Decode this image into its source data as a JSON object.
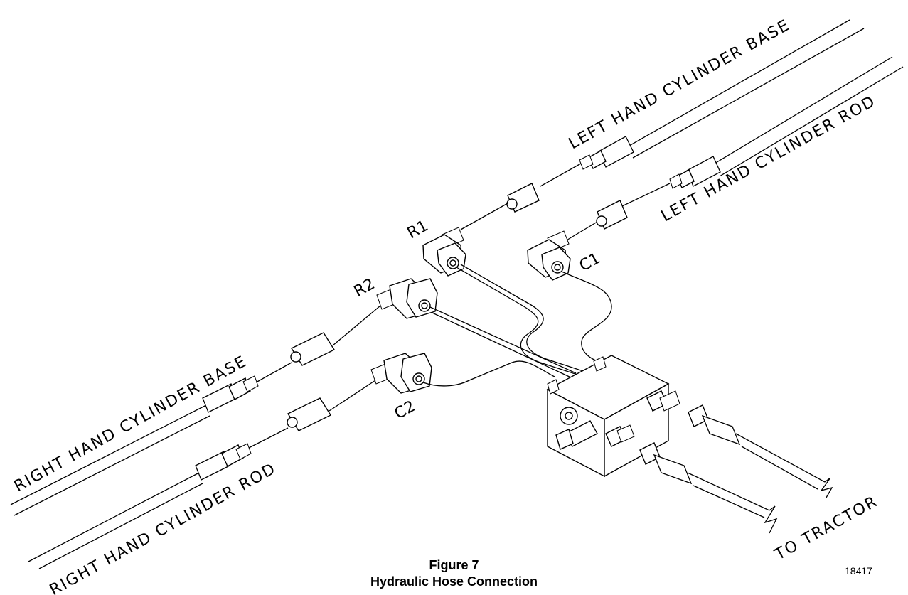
{
  "diagram": {
    "hose_labels": {
      "left_base": "LEFT HAND CYLINDER BASE",
      "left_rod": "LEFT HAND CYLINDER ROD",
      "right_base": "RIGHT HAND CYLINDER BASE",
      "right_rod": "RIGHT HAND CYLINDER ROD",
      "tractor": "TO TRACTOR"
    },
    "port_labels": {
      "r1": "R1",
      "c1": "C1",
      "r2": "R2",
      "c2": "C2"
    }
  },
  "caption": {
    "figure_number": "Figure 7",
    "title": "Hydraulic Hose Connection"
  },
  "part_number": "18417"
}
